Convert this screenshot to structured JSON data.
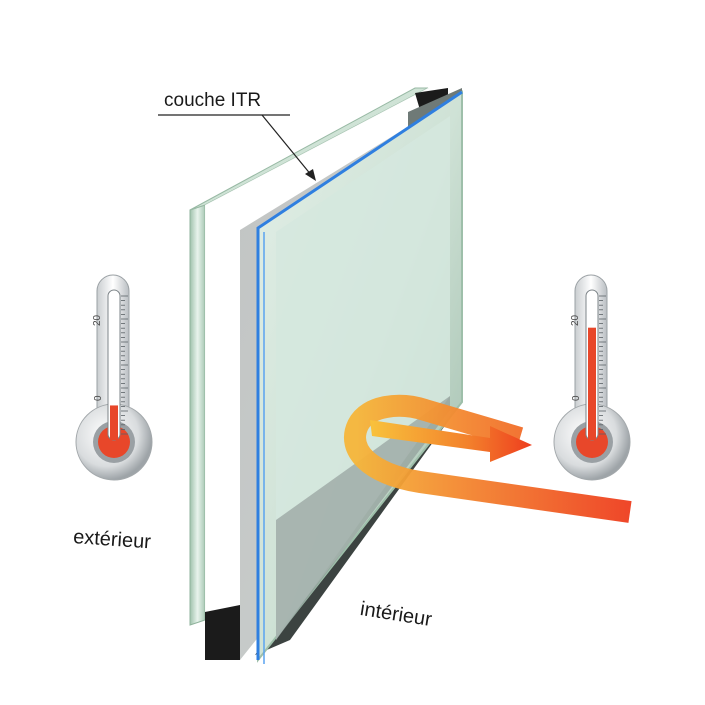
{
  "labels": {
    "coating": "couche ITR",
    "outside": "extérieur",
    "inside": "intérieur"
  },
  "thermometers": {
    "outside": {
      "ticks": [
        "20",
        "0"
      ],
      "level": 0.24
    },
    "inside": {
      "ticks": [
        "20",
        "0"
      ],
      "level": 0.78
    }
  },
  "colors": {
    "glass": "#b8d3c3",
    "coating": "#2f7fe0",
    "spacer": "#1b1b1b",
    "mercury": "#e8472a",
    "arrow_start": "#f8c23c",
    "arrow_end": "#ee3d1e"
  }
}
